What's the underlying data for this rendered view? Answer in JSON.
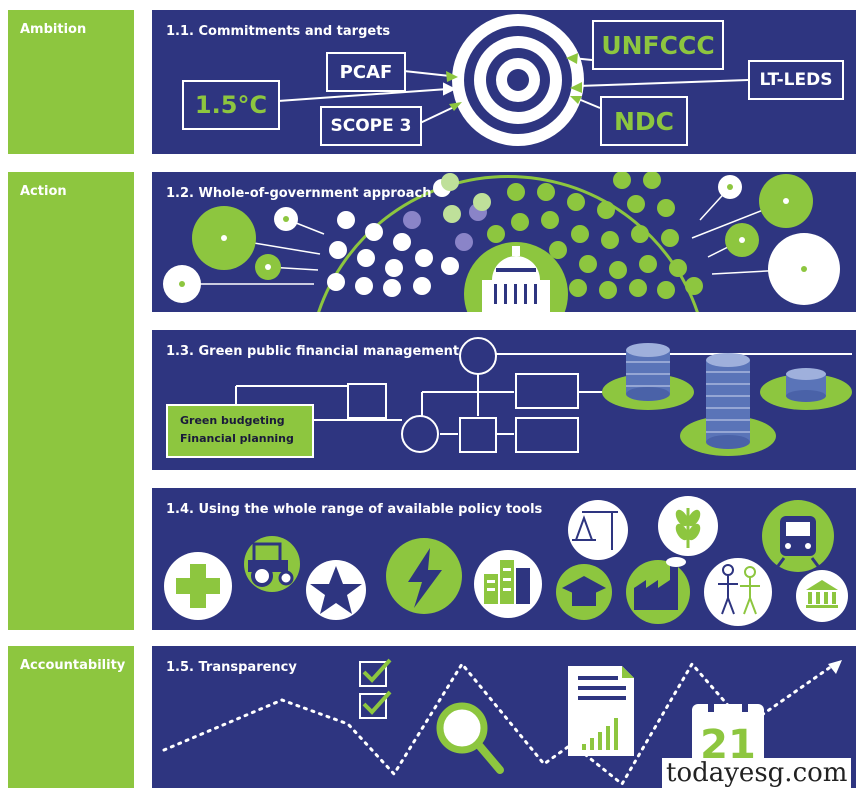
{
  "sections": {
    "ambition": "Ambition",
    "action": "Action",
    "accountability": "Accountability"
  },
  "panel1": {
    "title": "1.1. Commitments and targets",
    "boxes": {
      "pcaf": "PCAF",
      "unfccc": "UNFCCC",
      "temp": "1.5°C",
      "ltleds": "LT-LEDS",
      "scope3": "SCOPE 3",
      "ndc": "NDC"
    }
  },
  "panel2": {
    "title": "1.2. Whole-of-government approach"
  },
  "panel3": {
    "title": "1.3. Green public financial management",
    "box_line1": "Green budgeting",
    "box_line2": "Financial planning"
  },
  "panel4": {
    "title": "1.4. Using the whole range of available policy tools"
  },
  "panel5": {
    "title": "1.5. Transparency",
    "calendar_day": "21"
  },
  "watermark": "todayesg.com",
  "colors": {
    "navy": "#2e3580",
    "green": "#8dc63f",
    "white": "#ffffff",
    "lavender": "#8a84c8",
    "paleGreen": "#bfe09a"
  },
  "icons": [
    "target-icon",
    "capitol-building-icon",
    "coin-stack-icon",
    "medical-cross-icon",
    "tractor-icon",
    "star-icon",
    "lightning-icon",
    "city-buildings-icon",
    "balance-scale-icon",
    "graduation-cap-icon",
    "wheat-icon",
    "factory-icon",
    "people-icon",
    "train-icon",
    "bank-icon",
    "checkbox-icon",
    "magnifier-icon",
    "document-chart-icon",
    "calendar-icon",
    "trend-arrow-icon"
  ]
}
